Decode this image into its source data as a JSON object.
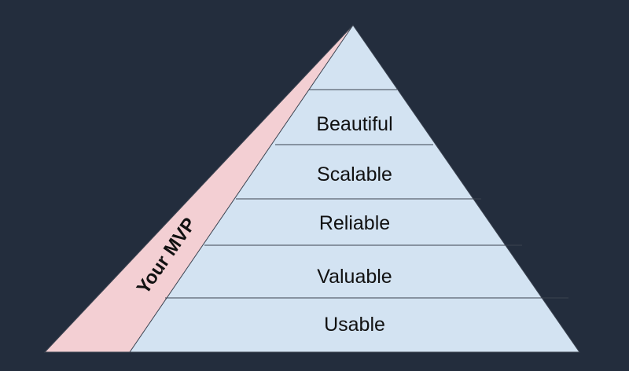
{
  "diagram": {
    "layers": [
      {
        "label": ""
      },
      {
        "label": "Beautiful"
      },
      {
        "label": "Scalable"
      },
      {
        "label": "Reliable"
      },
      {
        "label": "Valuable"
      },
      {
        "label": "Usable"
      }
    ],
    "mvp_label": "Your MVP"
  },
  "colors": {
    "background": "#232d3d",
    "pyramid_fill": "#d3e3f2",
    "mvp_fill": "#f3cfd3",
    "divider_stroke": "#3b4350"
  }
}
